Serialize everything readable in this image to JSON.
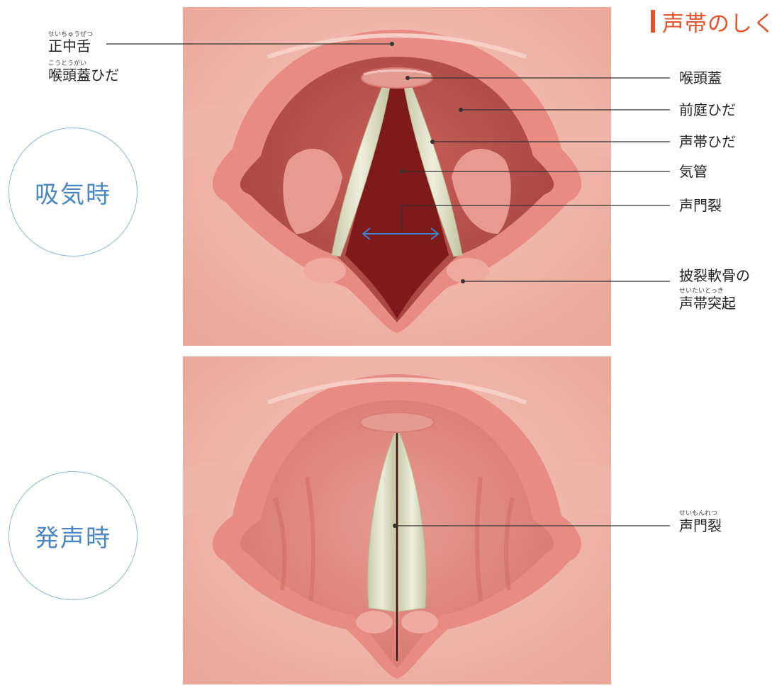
{
  "title": "声帯のしく",
  "states": {
    "inhale": "吸気時",
    "phonation": "発声時"
  },
  "top_labels": {
    "median_tongue": {
      "ruby": "せいちゅうぜつ",
      "text": "正中舌"
    },
    "laryngeal_fold": {
      "ruby": "こうとうがい",
      "text": "喉頭蓋ひだ"
    },
    "epiglottis": "喉頭蓋",
    "vestibular_fold": "前庭ひだ",
    "vocal_fold": "声帯ひだ",
    "trachea": "気管",
    "glottis": "声門裂",
    "arytenoid_line1": "披裂軟骨の",
    "arytenoid_line2": {
      "ruby": "せいたいとっき",
      "text": "声帯突起"
    }
  },
  "bottom_labels": {
    "glottis": {
      "ruby": "せいもんれつ",
      "text": "声門裂"
    }
  },
  "colors": {
    "title": "#e2542b",
    "circle_border": "#8fb4d6",
    "circle_text": "#4a87c2",
    "tissue": "#f2a59b",
    "rim": "#e67e76",
    "airway": "#8a1e1c",
    "vocal_cord": "#dcdcc0",
    "arrow": "#3f82c8"
  }
}
